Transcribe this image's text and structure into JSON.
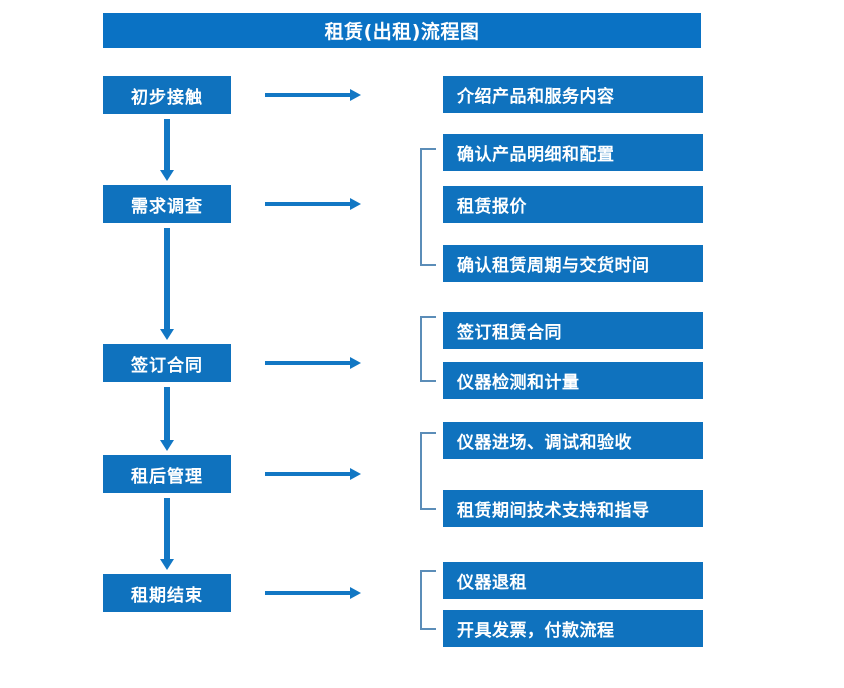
{
  "title": "租赁(出租)流程图",
  "colors": {
    "title_bar": "#0A72C4",
    "box_fill": "#0F72BE",
    "box_text": "#FFFFFF",
    "arrow": "#1277C4",
    "bracket": "#5B8DB8",
    "background": "#FFFFFF"
  },
  "chart_data": {
    "type": "diagram",
    "title": "租赁(出租)流程图",
    "stages": [
      {
        "label": "初步接触",
        "details": [
          "介绍产品和服务内容"
        ]
      },
      {
        "label": "需求调查",
        "details": [
          "确认产品明细和配置",
          "租赁报价",
          "确认租赁周期与交货时间"
        ]
      },
      {
        "label": "签订合同",
        "details": [
          "签订租赁合同",
          "仪器检测和计量"
        ]
      },
      {
        "label": "租后管理",
        "details": [
          "仪器进场、调试和验收",
          "租赁期间技术支持和指导"
        ]
      },
      {
        "label": "租期结束",
        "details": [
          "仪器退租",
          "开具发票，付款流程"
        ]
      }
    ]
  },
  "stages": [
    {
      "label": "初步接触"
    },
    {
      "label": "需求调查"
    },
    {
      "label": "签订合同"
    },
    {
      "label": "租后管理"
    },
    {
      "label": "租期结束"
    }
  ],
  "details": [
    {
      "label": "介绍产品和服务内容"
    },
    {
      "label": "确认产品明细和配置"
    },
    {
      "label": "租赁报价"
    },
    {
      "label": "确认租赁周期与交货时间"
    },
    {
      "label": "签订租赁合同"
    },
    {
      "label": "仪器检测和计量"
    },
    {
      "label": "仪器进场、调试和验收"
    },
    {
      "label": "租赁期间技术支持和指导"
    },
    {
      "label": "仪器退租"
    },
    {
      "label": "开具发票，付款流程"
    }
  ]
}
